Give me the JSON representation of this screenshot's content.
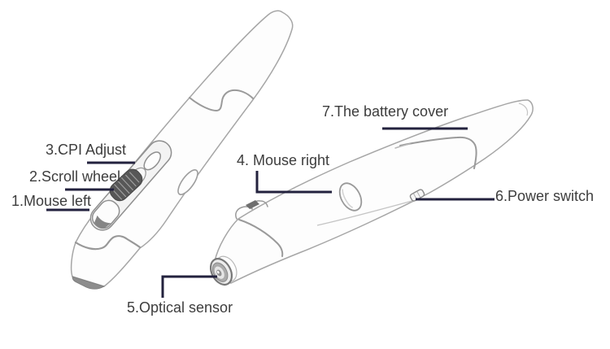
{
  "labels": {
    "mouse_left": {
      "text": "1.Mouse left"
    },
    "scroll_wheel": {
      "text": "2.Scroll wheel"
    },
    "cpi_adjust": {
      "text": "3.CPI Adjust"
    },
    "mouse_right": {
      "text": "4. Mouse right"
    },
    "optical_sensor": {
      "text": "5.Optical sensor"
    },
    "power_switch": {
      "text": "6.Power switch"
    },
    "battery_cover": {
      "text": "7.The battery cover"
    }
  },
  "colors": {
    "background": "#ffffff",
    "label_text": "#3d3d3d",
    "leader_line": "#23223e",
    "pen_outline": "#a6a6a6",
    "pen_fill": "#fdfdfd",
    "scroll_wheel_dark": "#575757"
  }
}
